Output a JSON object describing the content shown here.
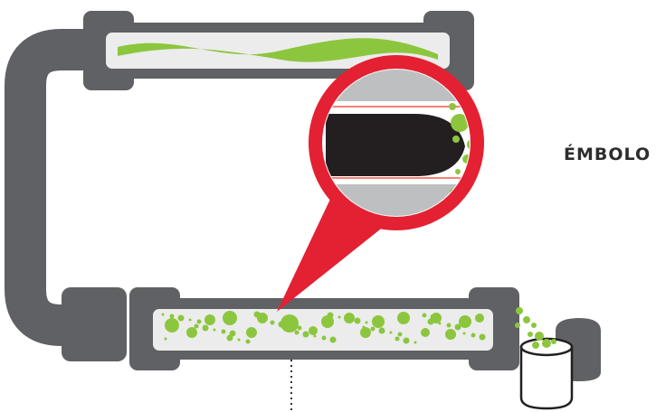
{
  "diagram": {
    "callout_label": "ÉMBOLO"
  },
  "colors": {
    "pipe_gray": "#5f6164",
    "tube_inner": "#ececec",
    "magnifier_red": "#e32132",
    "pellet_green": "#8cc63e",
    "plunger_black": "#231f20",
    "wall_gray": "#bdbfc1",
    "wall_stripe": "#f05a47"
  },
  "icons": [
    "pipe-loop",
    "upper-tube",
    "lower-tube",
    "magnifier-callout",
    "plunger-icon",
    "collection-bin-icon"
  ]
}
